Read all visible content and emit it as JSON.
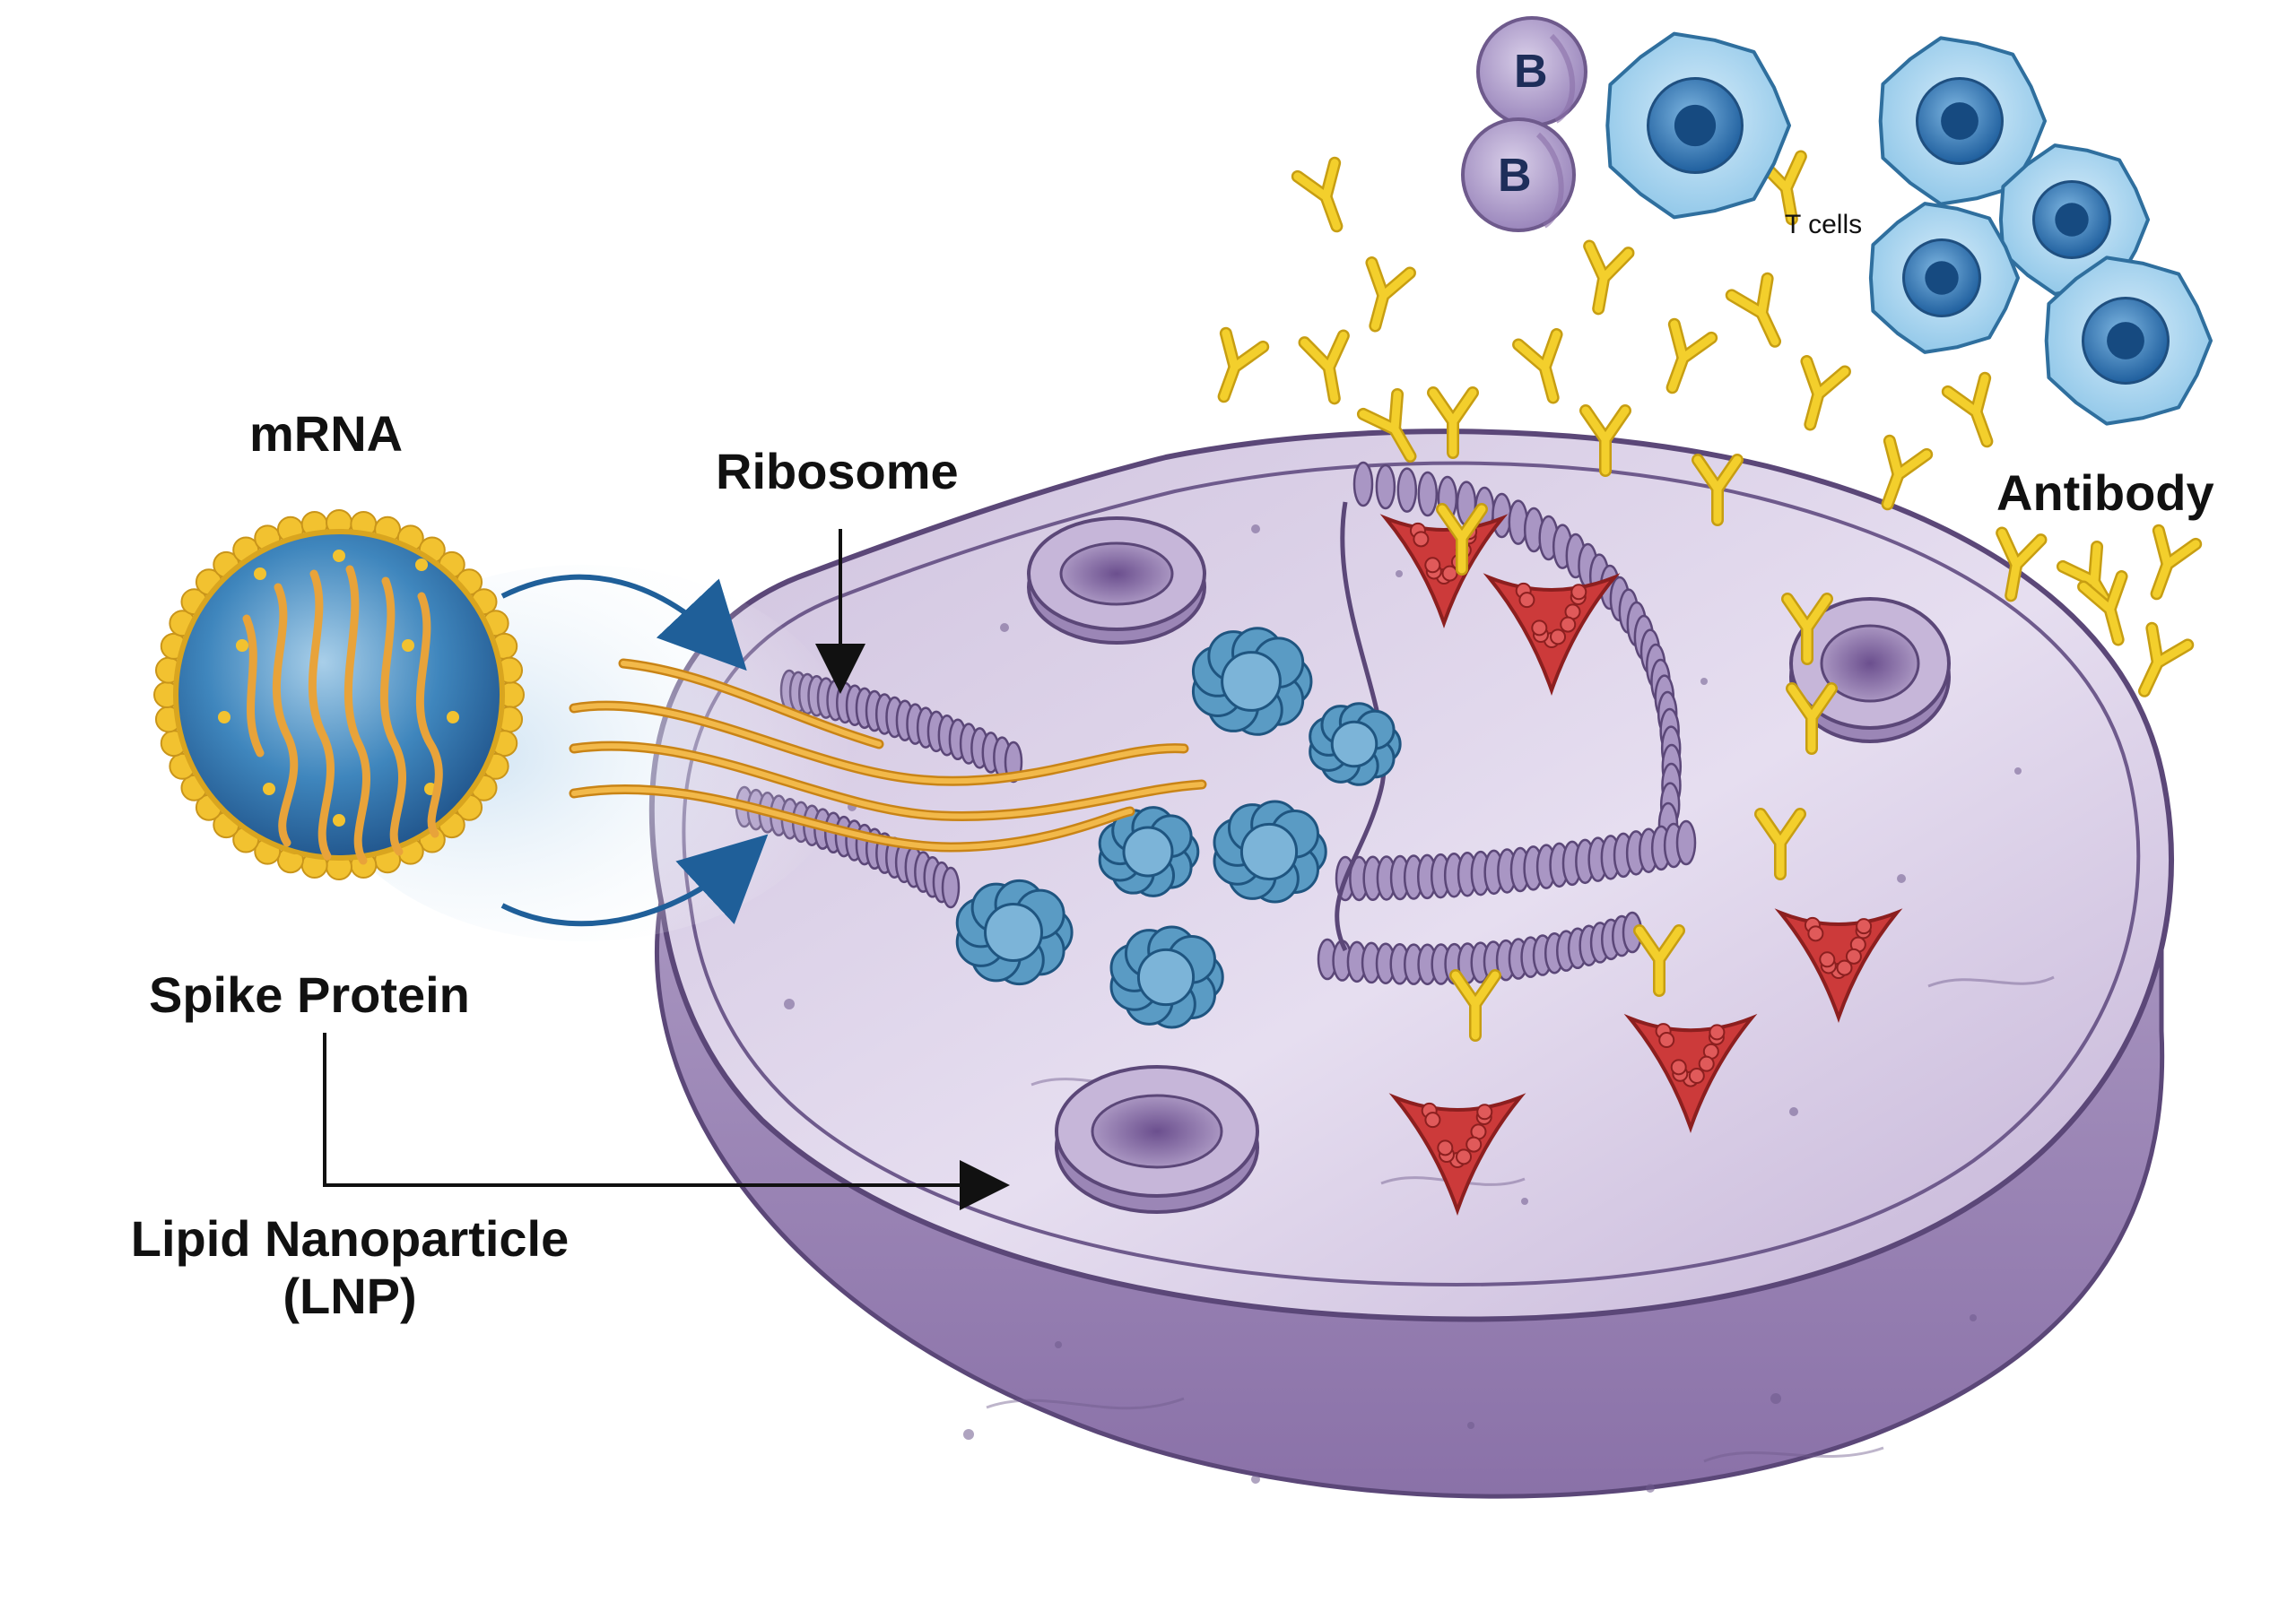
{
  "labels": {
    "mrna": "mRNA",
    "ribosome": "Ribosome",
    "antibody": "Antibody",
    "t_cells": "T cells",
    "spike_protein": "Spike Protein",
    "lnp_line1": "Lipid Nanoparticle",
    "lnp_line2": "(LNP)",
    "b_cell": "B"
  },
  "colors": {
    "cell_body": "#b3a0c8",
    "cell_side": "#9d86b5",
    "cell_outline": "#5b4778",
    "nanoparticle_shell": "#f2c230",
    "nanoparticle_core": "#2f6fa6",
    "mrna_strand": "#e8a33a",
    "ribosome_blue": "#4f8fb8",
    "spike_red": "#cc3a3a",
    "antibody_yellow": "#f3cf2c",
    "t_cell_blue": "#8ec6e8",
    "b_cell_purple": "#9f8cc0",
    "arrow": "#1f5f99"
  }
}
